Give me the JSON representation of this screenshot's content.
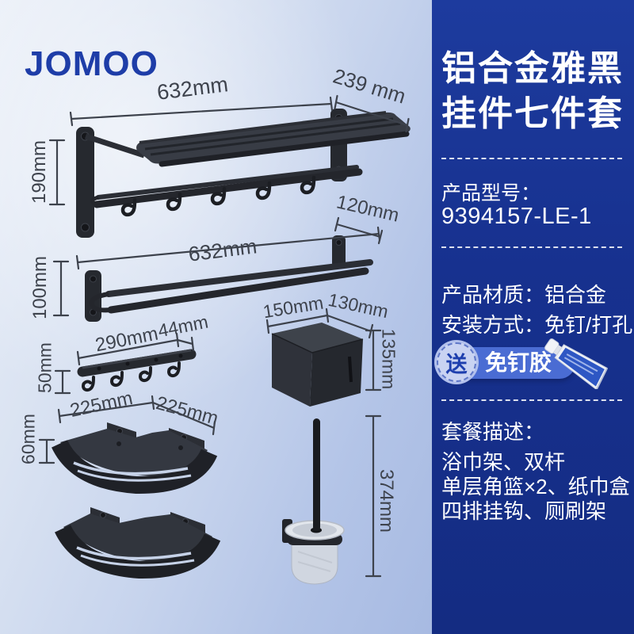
{
  "brand": {
    "logo_text": "JOMOO",
    "logo_color": "#1e3da8"
  },
  "diagram": {
    "dimensions": {
      "towel_rack": {
        "width": "632mm",
        "depth": "239 mm",
        "height": "190mm"
      },
      "double_bar": {
        "width": "632mm",
        "depth": "120mm",
        "height": "100mm"
      },
      "hook_rail": {
        "width": "290mm",
        "end_offset": "44mm",
        "height": "50mm"
      },
      "corner_basket": {
        "width": "225mm",
        "depth": "225mm",
        "height": "60mm"
      },
      "paper_box": {
        "width": "150mm",
        "depth": "130mm",
        "height": "135mm"
      },
      "toilet_brush": {
        "height": "374mm"
      }
    }
  },
  "side_panel": {
    "title_line1": "铝合金雅黑",
    "title_line2": "挂件七件套",
    "model_label": "产品型号：",
    "model_value": "9394157-LE-1",
    "material_label": "产品材质：",
    "material_value": "铝合金",
    "install_label": "安装方式：",
    "install_value": "免钉/打孔",
    "gift_seal_text": "送",
    "gift_text": "免钉胶",
    "package_title": "套餐描述：",
    "package_line1": "浴巾架、双杆",
    "package_line2": "单层角篮×2、纸巾盒",
    "package_line3": "四排挂钩、厕刷架",
    "colors": {
      "panel_bg": "#17318f",
      "gift_pill": "#4a6cd3",
      "gift_seal_bg": "#c9d3f2",
      "gift_seal_text": "#1e3fae",
      "dimension_text": "#3e434d",
      "product_black": "#26292f"
    }
  }
}
